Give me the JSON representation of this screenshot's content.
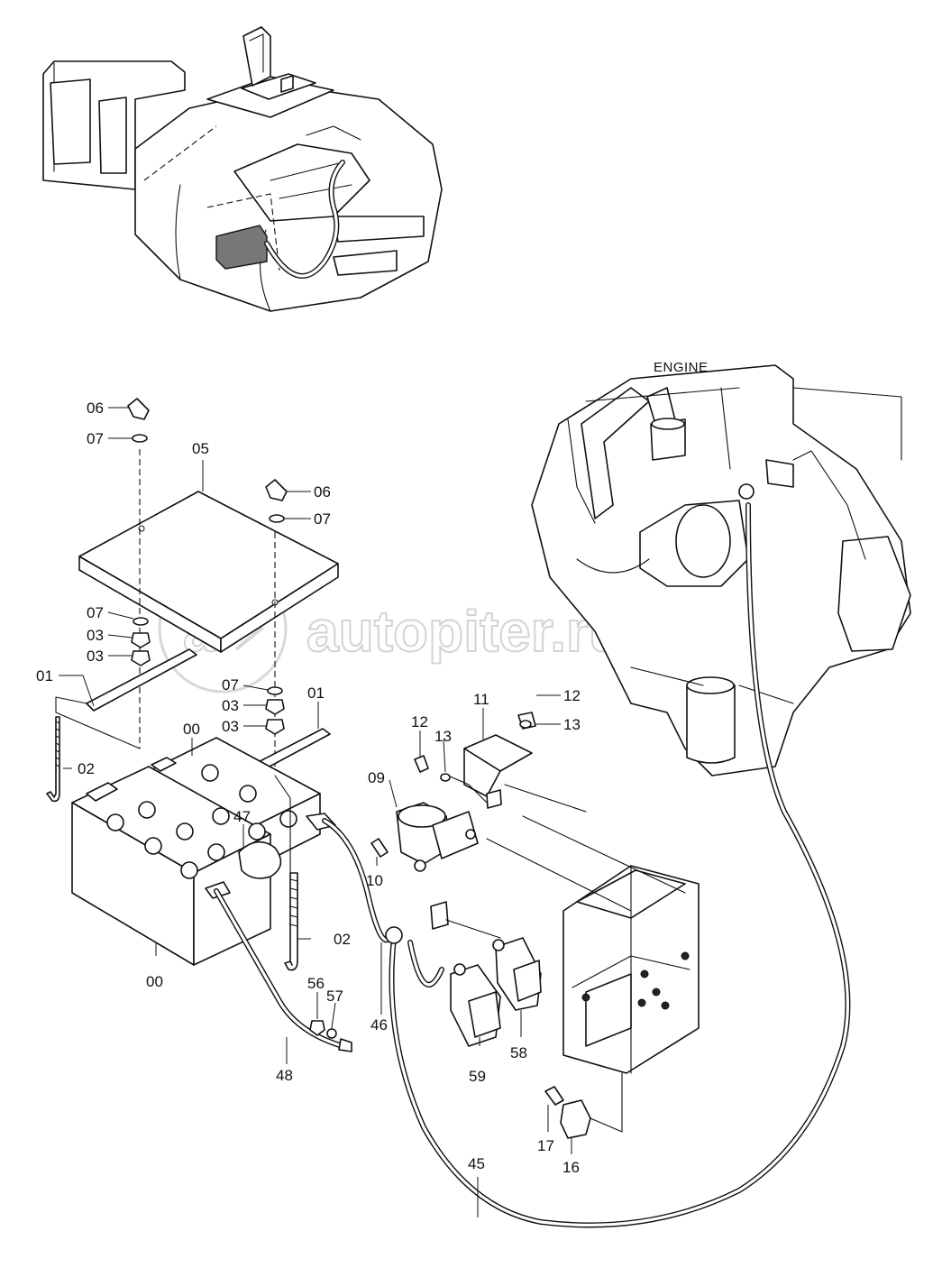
{
  "engine_label": "ENGINE",
  "watermark": {
    "logo_text": "a",
    "text": "autopiter.ru"
  },
  "callouts": {
    "c06_top": "06",
    "c07_top": "07",
    "c05": "05",
    "c06_right": "06",
    "c07_right": "07",
    "c07_left": "07",
    "c03_left_a": "03",
    "c03_left_b": "03",
    "c01_left": "01",
    "c07_mid": "07",
    "c03_mid_a": "03",
    "c03_mid_b": "03",
    "c01_right": "01",
    "c00_top": "00",
    "c02_left": "02",
    "c47": "47",
    "c00_bottom": "00",
    "c02_right": "02",
    "c56": "56",
    "c57": "57",
    "c48": "48",
    "c46": "46",
    "c10": "10",
    "c09": "09",
    "c12_left": "12",
    "c13_left": "13",
    "c11": "11",
    "c12_right": "12",
    "c13_right": "13",
    "c59": "59",
    "c58": "58",
    "c17": "17",
    "c16": "16",
    "c45": "45"
  }
}
